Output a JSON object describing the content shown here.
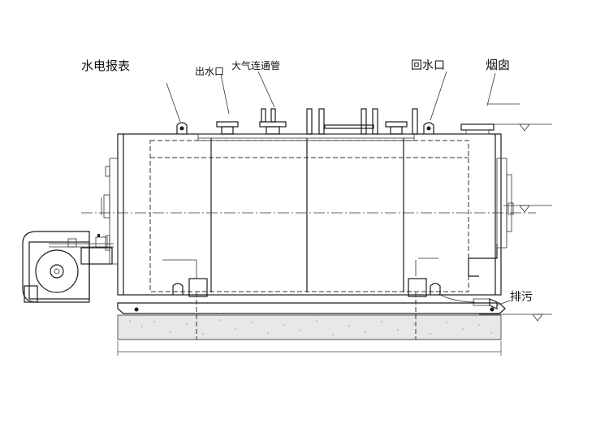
{
  "labels": {
    "gauge": "水电报表",
    "outlet": "出水口",
    "vent": "大气连通管",
    "return": "回水口",
    "chimney": "烟囱",
    "drain": "排污"
  },
  "colors": {
    "line": "#1a1a1a",
    "background": "#ffffff",
    "foundation": "#cccccc"
  }
}
